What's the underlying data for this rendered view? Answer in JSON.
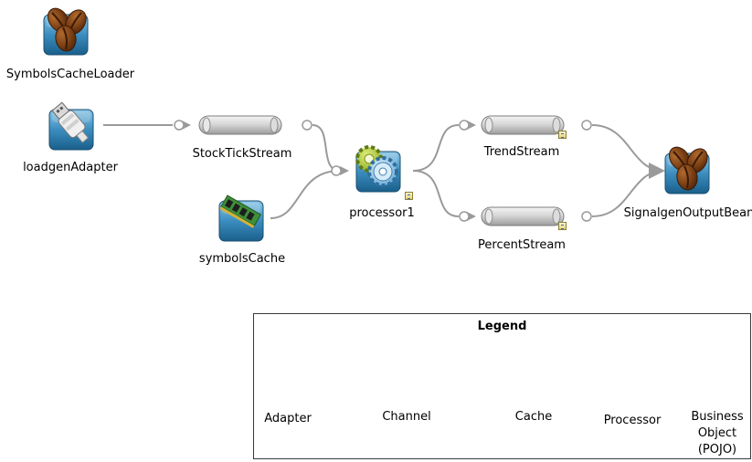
{
  "nodes": {
    "symbols_cache_loader": "SymbolsCacheLoader",
    "loadgen_adapter": "loadgenAdapter",
    "stock_tick_stream": "StockTickStream",
    "symbols_cache": "symbolsCache",
    "processor1": "processor1",
    "trend_stream": "TrendStream",
    "percent_stream": "PercentStream",
    "signalgen_output_bean": "SignalgenOutputBean"
  },
  "legend": {
    "title": "Legend",
    "adapter": "Adapter",
    "channel": "Channel",
    "cache": "Cache",
    "processor": "Processor",
    "business_object": [
      "Business",
      "Object",
      "(POJO)"
    ]
  },
  "colors": {
    "edge": "#9a9a9a",
    "tile_top": "#6fb3d8",
    "tile_bottom": "#1f6f9e",
    "bean": "#7a3f14",
    "gear_green": "#a8c83a",
    "gear_blue": "#5aa8d8",
    "cache_green": "#3f8f3a"
  },
  "icons": {
    "business_object": "coffee-beans-icon",
    "adapter": "usb-plug-icon",
    "cache": "memory-chip-icon",
    "processor": "gears-icon",
    "channel": "pipe-icon"
  }
}
